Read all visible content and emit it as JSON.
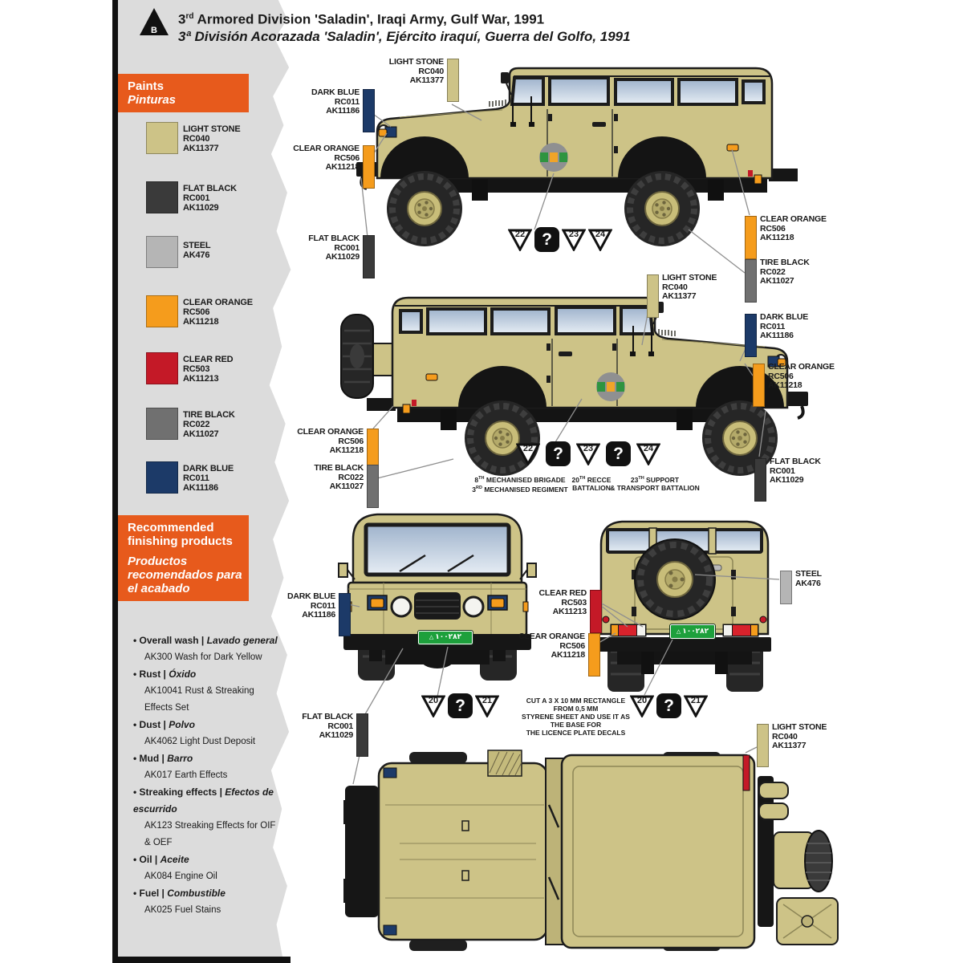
{
  "header": {
    "marker": "B",
    "title_n": "3",
    "title_sup": "rd",
    "title_rest": " Armored Division 'Saladin', Iraqi Army, Gulf War, 1991",
    "title_es": "3ª División Acorazada 'Saladin', Ejército iraquí, Guerra del Golfo, 1991"
  },
  "accent": "#e75a1c",
  "sidebar": {
    "paints_header": {
      "en": "Paints",
      "es": "Pinturas"
    },
    "paints": [
      {
        "name": "LIGHT STONE",
        "code1": "RC040",
        "code2": "AK11377",
        "hex": "#cdc387"
      },
      {
        "name": "FLAT BLACK",
        "code1": "RC001",
        "code2": "AK11029",
        "hex": "#3a3a3a"
      },
      {
        "name": "STEEL",
        "code1": "AK476",
        "code2": "",
        "hex": "#b5b5b5"
      },
      {
        "name": "CLEAR ORANGE",
        "code1": "RC506",
        "code2": "AK11218",
        "hex": "#f59c1c"
      },
      {
        "name": "CLEAR RED",
        "code1": "RC503",
        "code2": "AK11213",
        "hex": "#c41927"
      },
      {
        "name": "TIRE BLACK",
        "code1": "RC022",
        "code2": "AK11027",
        "hex": "#707070"
      },
      {
        "name": "DARK BLUE",
        "code1": "RC011",
        "code2": "AK11186",
        "hex": "#1c3a68"
      }
    ],
    "finishing_header": {
      "en": "Recommended finishing products",
      "es": "Productos recomendados para el acabado"
    },
    "products": [
      {
        "en": "Overall wash",
        "es": "Lavado general",
        "desc": "AK300 Wash for Dark Yellow"
      },
      {
        "en": "Rust",
        "es": "Óxido",
        "desc": "AK10041 Rust & Streaking Effects Set"
      },
      {
        "en": "Dust",
        "es": "Polvo",
        "desc": "AK4062 Light Dust Deposit"
      },
      {
        "en": "Mud",
        "es": "Barro",
        "desc": "AK017 Earth Effects"
      },
      {
        "en": "Streaking effects",
        "es": "Efectos de escurrido",
        "desc": "AK123 Streaking Effects for OIF & OEF"
      },
      {
        "en": "Oil",
        "es": "Aceite",
        "desc": "AK084 Engine Oil"
      },
      {
        "en": "Fuel",
        "es": "Combustible",
        "desc": "AK025 Fuel Stains"
      }
    ]
  },
  "decals": {
    "q": "?",
    "view1": [
      "22",
      "23",
      "24"
    ],
    "view2": [
      "22",
      "23",
      "24"
    ],
    "front": [
      "20",
      "21"
    ],
    "rear": [
      "20",
      "21"
    ],
    "captions": [
      {
        "l1": {
          "n": "8",
          "o": "TH",
          "t": " MECHANISED BRIGADE"
        },
        "l2": {
          "n": "3",
          "o": "RD",
          "t": " MECHANISED REGIMENT"
        }
      },
      {
        "l1": {
          "n": "20",
          "o": "TH",
          "t": " RECCE"
        },
        "l2": {
          "n": "",
          "o": "",
          "t": "BATTALION"
        }
      },
      {
        "l1": {
          "n": "23",
          "o": "TH",
          "t": " SUPPORT"
        },
        "l2": {
          "n": "",
          "o": "",
          "t": "& TRANSPORT BATTALION"
        }
      }
    ]
  },
  "note": {
    "l1": "CUT A 3 X 10 MM RECTANGLE FROM 0,5 MM",
    "l2": "STYRENE SHEET AND USE IT AS THE BASE FOR",
    "l3": "THE LICENCE PLATE DECALS"
  },
  "plate": {
    "symbol": "△",
    "text": "١٠٠٢٨٢"
  }
}
